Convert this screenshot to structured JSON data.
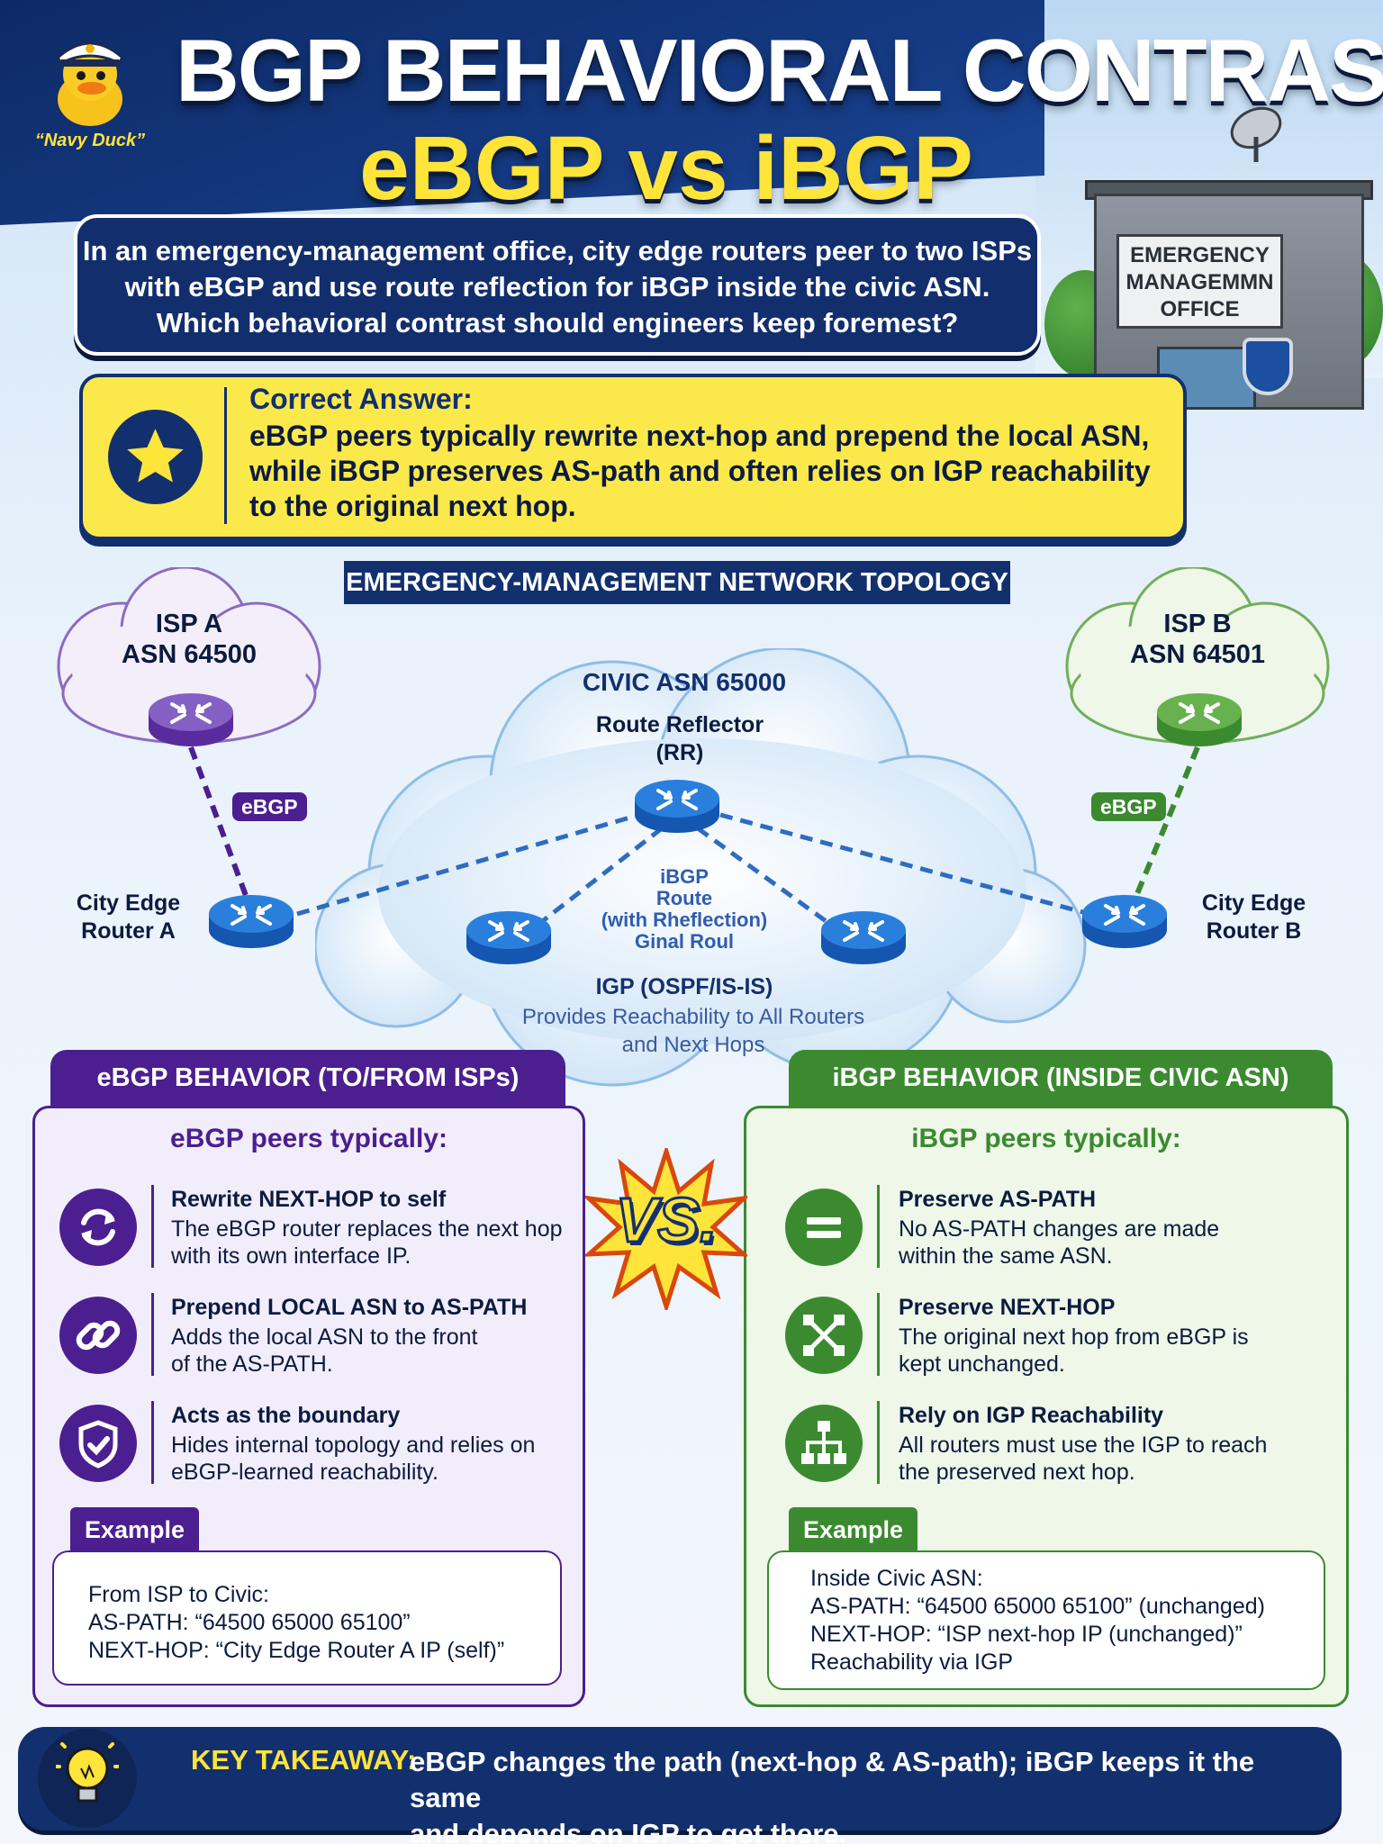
{
  "header": {
    "title_line1": "BGP BEHAVIORAL CONTRAST",
    "title_line2": "eBGP vs iBGP",
    "mascot_label": "“Navy Duck”"
  },
  "building_sign": [
    "EMERGENCY",
    "MANAGEMMN",
    "OFFICE"
  ],
  "question": {
    "lines": [
      "In an emergency-management office, city edge routers peer to two ISPs",
      "with eBGP and use route reflection for iBGP inside the civic ASN.",
      "Which behavioral contrast should engineers keep foremest?"
    ]
  },
  "answer": {
    "heading": "Correct Answer:",
    "lines": [
      "eBGP peers typically rewrite next-hop and prepend the local ASN,",
      "while iBGP preserves AS-path and often relies on IGP reachability",
      "to the original next hop."
    ]
  },
  "topology": {
    "banner": "EMERGENCY-MANAGEMENT NETWORK TOPOLOGY",
    "isp_a": {
      "line1": "ISP A",
      "line2": "ASN 64500"
    },
    "isp_b": {
      "line1": "ISP B",
      "line2": "ASN 64501"
    },
    "civic": "CIVIC ASN 65000",
    "rr": {
      "line1": "Route Reflector",
      "line2": "(RR)"
    },
    "ebgp_badge_a": "eBGP",
    "ebgp_badge_b": "eBGP",
    "edge_a": {
      "line1": "City Edge",
      "line2": "Router A"
    },
    "edge_b": {
      "line1": "City Edge",
      "line2": "Router B"
    },
    "ibgp_lines": [
      "iBGP",
      "Route",
      "(with Rheflection)",
      "Ginal Roul"
    ],
    "igp_title": "IGP (OSPF/IS-IS)",
    "igp_desc_lines": [
      "Provides Reachability to All Routers",
      "and Next Hops"
    ]
  },
  "vs": "VS.",
  "ebgp_panel": {
    "tab": "eBGP BEHAVIOR (TO/FROM ISPs)",
    "subtitle": "eBGP peers typically:",
    "items": [
      {
        "icon": "refresh-icon",
        "title": "Rewrite NEXT-HOP to self",
        "desc": [
          "The eBGP router replaces the next hop",
          "with its own interface IP."
        ]
      },
      {
        "icon": "link-icon",
        "title": "Prepend LOCAL ASN to AS-PATH",
        "desc": [
          "Adds the local ASN to the front",
          "of the AS-PATH."
        ]
      },
      {
        "icon": "shield-check-icon",
        "title": "Acts as the boundary",
        "desc": [
          "Hides internal topology and relies on",
          "eBGP-learned reachability."
        ]
      }
    ],
    "example_tag": "Example",
    "example_lines": [
      "From ISP to Civic:",
      "AS-PATH: “64500 65000 65100”",
      "NEXT-HOP: “City Edge Router A IP (self)”"
    ]
  },
  "ibgp_panel": {
    "tab": "iBGP BEHAVIOR (INSIDE CIVIC ASN)",
    "subtitle": "iBGP peers typically:",
    "items": [
      {
        "icon": "equals-icon",
        "title": "Preserve AS-PATH",
        "desc": [
          "No AS-PATH changes are made",
          "within the same ASN."
        ]
      },
      {
        "icon": "network-icon",
        "title": "Preserve NEXT-HOP",
        "desc": [
          "The original next hop from eBGP is",
          "kept unchanged."
        ]
      },
      {
        "icon": "hierarchy-icon",
        "title": "Rely on IGP Reachability",
        "desc": [
          "All routers must use the IGP to reach",
          "the preserved next hop."
        ]
      }
    ],
    "example_tag": "Example",
    "example_lines": [
      "Inside Civic ASN:",
      "AS-PATH: “64500 65000 65100” (unchanged)",
      "NEXT-HOP: “ISP next-hop IP (unchanged)”",
      "Reachability via IGP"
    ]
  },
  "takeaway": {
    "heading": "KEY TAKEAWAY:",
    "lines": [
      "eBGP changes the path (next-hop & AS-path); iBGP keeps it the same",
      "and depends on IGP to get there."
    ]
  },
  "colors": {
    "navy": "#13306e",
    "yellow": "#fbe94b",
    "purple": "#4b1f8f",
    "green": "#3b8a30",
    "router_blue": "#1d6fd0"
  }
}
